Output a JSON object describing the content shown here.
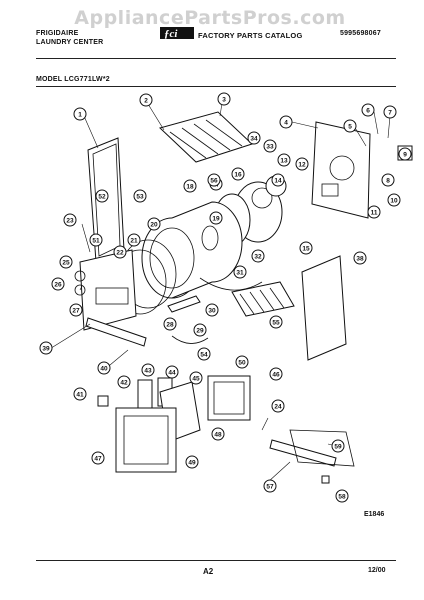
{
  "header": {
    "brand": "FRIGIDAIRE",
    "product": "LAUNDRY CENTER",
    "catalog_title": "FACTORY PARTS CATALOG",
    "catalog_number": "5995698067",
    "model_label": "MODEL LCG771LW*2",
    "watermark": "AppliancePartsPros.com"
  },
  "footer": {
    "figure_code": "E1846",
    "page": "A2",
    "date": "12/00"
  },
  "callouts": [
    "1",
    "2",
    "3",
    "4",
    "5",
    "6",
    "7",
    "8",
    "9",
    "10",
    "11",
    "12",
    "13",
    "14",
    "15",
    "16",
    "17",
    "18",
    "19",
    "20",
    "21",
    "22",
    "23",
    "24",
    "25",
    "26",
    "27",
    "28",
    "29",
    "30",
    "31",
    "32",
    "33",
    "34",
    "38",
    "39",
    "40",
    "41",
    "42",
    "43",
    "44",
    "45",
    "46",
    "47",
    "48",
    "49",
    "50",
    "51",
    "52",
    "53",
    "54",
    "55",
    "56",
    "57",
    "58",
    "59"
  ]
}
